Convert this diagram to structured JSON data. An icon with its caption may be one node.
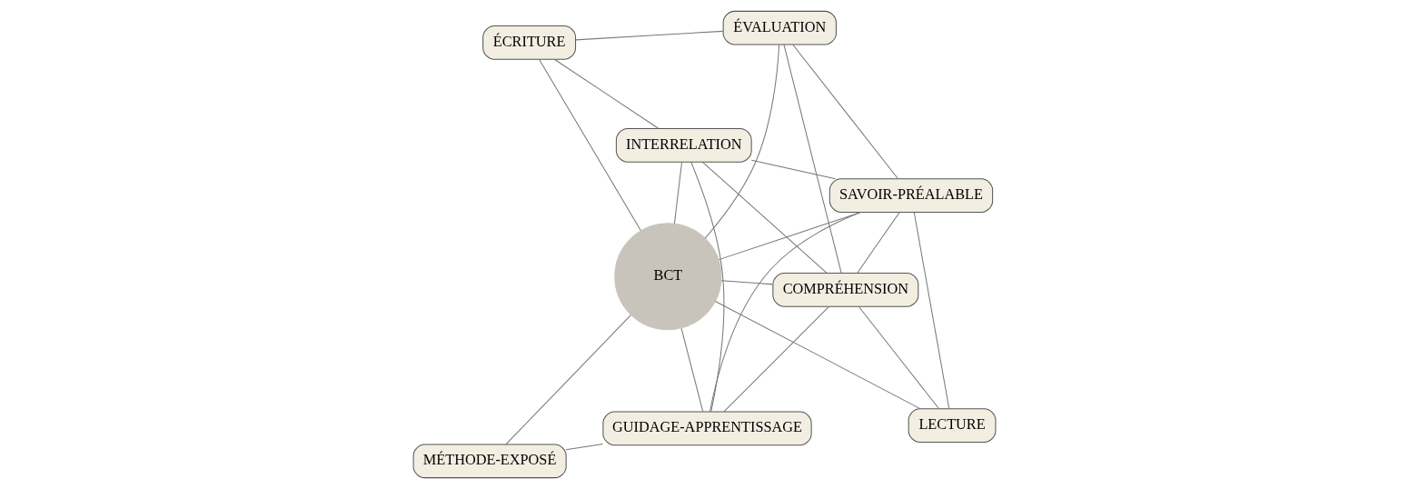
{
  "diagram": {
    "nodes": [
      {
        "text": [
          "BCT"
        ]
      },
      {
        "text": [
          "LECTURE"
        ]
      },
      {
        "text": [
          "COMPRÉHENSION"
        ]
      },
      {
        "text": [
          "INTERRELATION"
        ]
      },
      {
        "text": [
          "ÉCRITURE"
        ]
      },
      {
        "text": [
          "ÉVALUATION"
        ]
      },
      {
        "text": [
          "MÉTHODE-EXPOSÉ"
        ]
      },
      {
        "text": [
          "GUIDAGE-APPRENTISSAGE"
        ]
      },
      {
        "text": [
          "SAVOIR-PRÉALABLE"
        ]
      }
    ],
    "edges": [
      {
        "from": 1,
        "to": 2,
        "arrow": "none"
      },
      {
        "from": 2,
        "to": 3,
        "arrow": "none"
      },
      {
        "from": 3,
        "to": 4,
        "arrow": "none"
      },
      {
        "from": 4,
        "to": 5,
        "arrow": "none"
      },
      {
        "from": 6,
        "to": 7,
        "arrow": "none"
      },
      {
        "from": 7,
        "to": 8,
        "arrow": "none"
      },
      {
        "from": 8,
        "to": 1,
        "arrow": "none"
      },
      {
        "from": 1,
        "to": 0,
        "arrow": "none"
      },
      {
        "from": 2,
        "to": 0,
        "arrow": "none"
      },
      {
        "from": 3,
        "to": 0,
        "arrow": "none"
      },
      {
        "from": 4,
        "to": 0,
        "arrow": "none"
      },
      {
        "from": 5,
        "to": 0,
        "arrow": "none"
      },
      {
        "from": 6,
        "to": 0,
        "arrow": "none"
      },
      {
        "from": 7,
        "to": 0,
        "arrow": "none"
      },
      {
        "from": 8,
        "to": 0,
        "arrow": "none"
      },
      {
        "from": 8,
        "to": 2,
        "arrow": "none"
      },
      {
        "from": 8,
        "to": 3,
        "arrow": "none"
      },
      {
        "from": 8,
        "to": 5,
        "arrow": "none"
      },
      {
        "from": 7,
        "to": 2,
        "arrow": "none"
      },
      {
        "from": 7,
        "to": 3,
        "arrow": "none"
      },
      {
        "from": 2,
        "to": 5,
        "arrow": "none"
      }
    ]
  }
}
